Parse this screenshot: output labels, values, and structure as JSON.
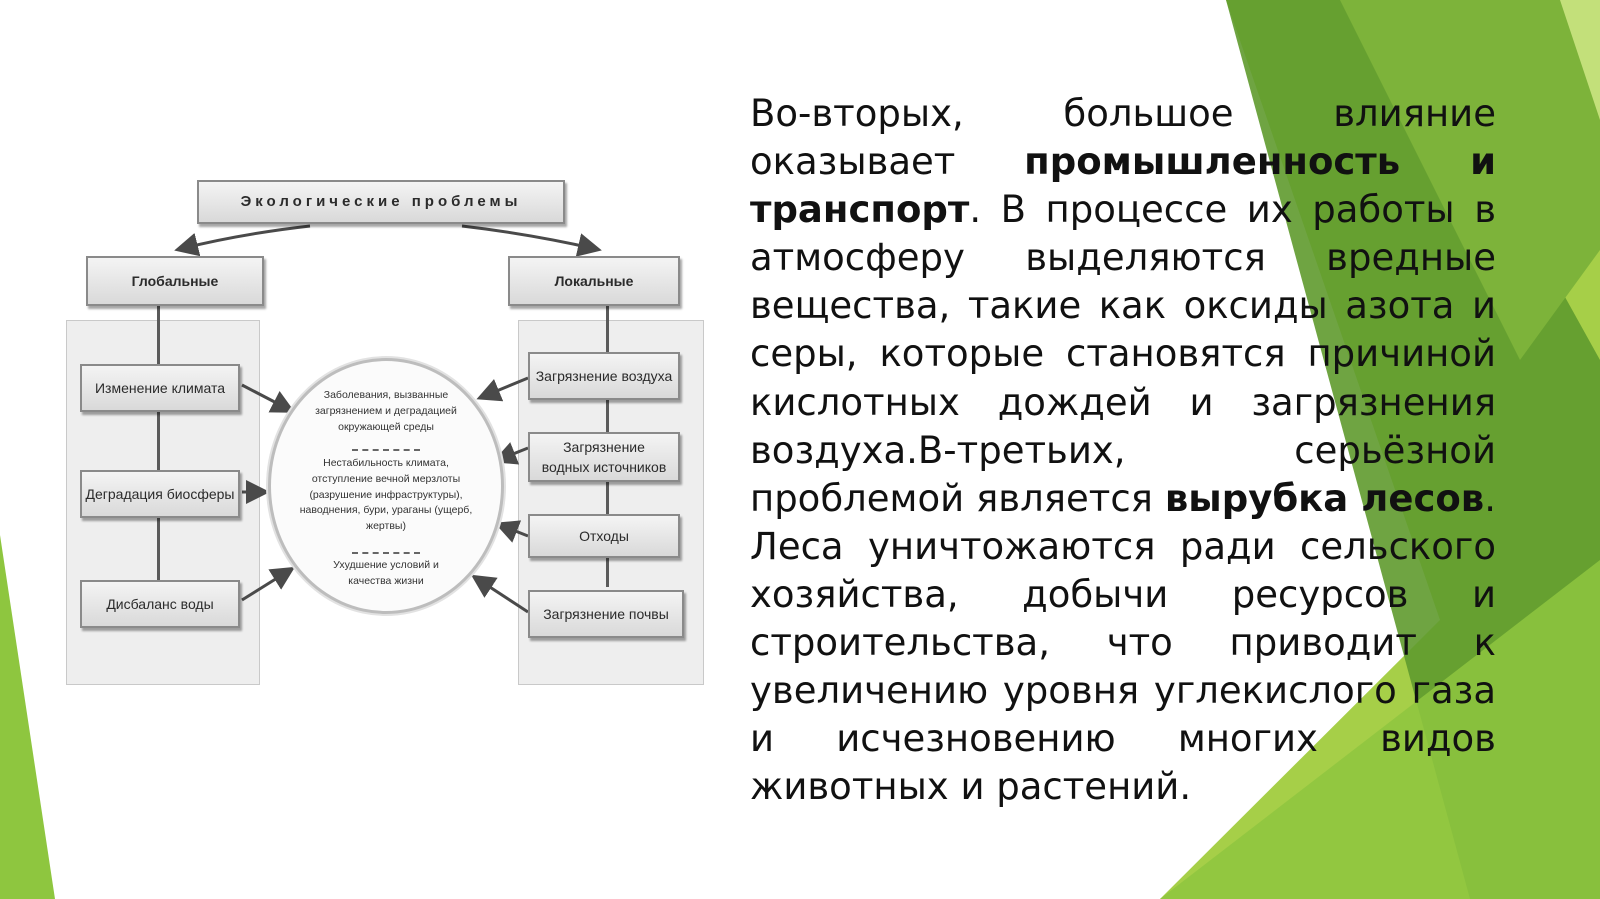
{
  "diagram": {
    "title": "Экологические проблемы",
    "global_label": "Глобальные",
    "local_label": "Локальные",
    "global_items": [
      "Изменение климата",
      "Деградация биосферы",
      "Дисбаланс воды"
    ],
    "local_items": [
      "Загрязнение воздуха",
      "Загрязнение водных источников",
      "Отходы",
      "Загрязнение почвы"
    ],
    "center": {
      "block1": "Заболевания, вызванные загрязнением и деградацией окружающей среды",
      "block2": "Нестабильность климата, отступление вечной мерзлоты (разрушение инфраструктуры), наводнения, бури, ураганы (ущерб, жертвы)",
      "block3": "Ухудшение условий и качества жизни"
    }
  },
  "text": {
    "p1": "Во-вторых, большое влияние оказывает ",
    "b1": "промышленность и транспорт",
    "p2": ". В процессе их работы в атмосферу выделяются вредные вещества, такие как оксиды азота и серы, которые становятся причиной кислотных дождей и загрязнения воздуха.В-третьих, серьёзной проблемой является ",
    "b2": "вырубка лесов",
    "p3": ". Леса уничтожаются ради сельского хозяйства, добычи ресурсов и строительства, что приводит к увеличению уровня углекислого газа и исчезновению многих видов животных и растений."
  },
  "colors": {
    "green_light": "#a6cf48",
    "green_mid": "#7db33a",
    "green_dark": "#4f8a2a",
    "text": "#111111"
  }
}
